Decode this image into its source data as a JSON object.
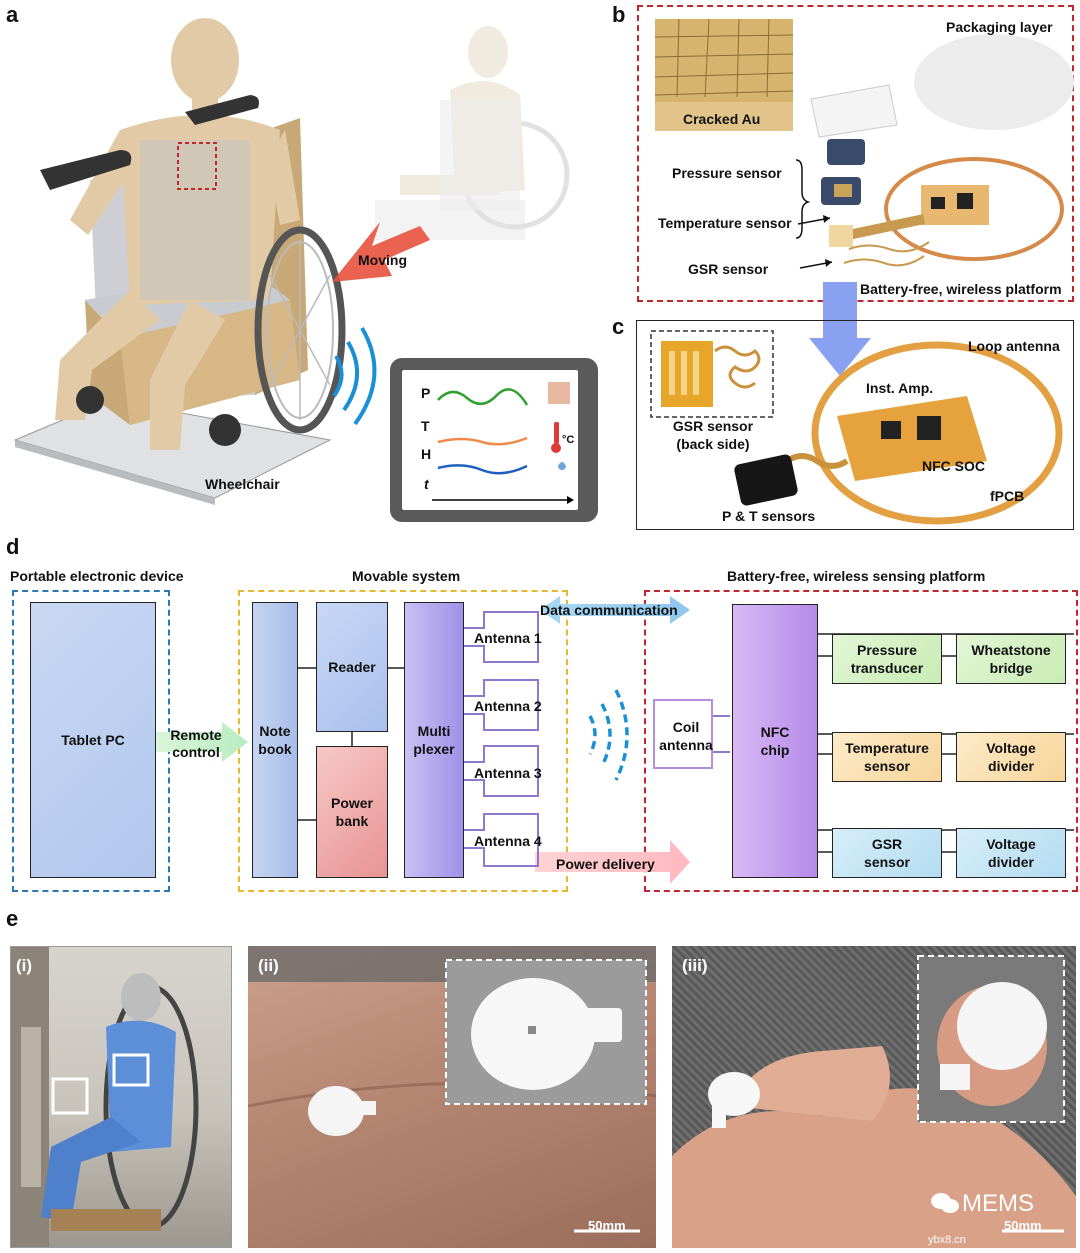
{
  "panels": {
    "a": "a",
    "b": "b",
    "c": "c",
    "d": "d",
    "e": "e"
  },
  "panel_a": {
    "moving": "Moving",
    "wheelchair": "Wheelchair",
    "rows": [
      "P",
      "T",
      "H"
    ],
    "time": "t",
    "unit": "°C"
  },
  "panel_b": {
    "packaging": "Packaging layer",
    "cracked": "Cracked Au",
    "pressure": "Pressure sensor",
    "temperature": "Temperature sensor",
    "gsr": "GSR sensor",
    "platform": "Battery-free, wireless platform"
  },
  "panel_c": {
    "loop": "Loop antenna",
    "inst": "Inst. Amp.",
    "gsr_line1": "GSR sensor",
    "gsr_line2": "(back side)",
    "nfc": "NFC SOC",
    "fpcb": "fPCB",
    "pt": "P & T sensors"
  },
  "panel_d": {
    "portable": "Portable electronic device",
    "movable": "Movable system",
    "platform": "Battery-free, wireless sensing platform",
    "tablet": "Tablet PC",
    "remote1": "Remote",
    "remote2": "control",
    "note1": "Note",
    "note2": "book",
    "reader": "Reader",
    "power1": "Power",
    "power2": "bank",
    "multi1": "Multi",
    "multi2": "plexer",
    "antennas": [
      "Antenna 1",
      "Antenna 2",
      "Antenna 3",
      "Antenna 4"
    ],
    "data_comm": "Data communication",
    "power_delivery": "Power delivery",
    "coil1": "Coil",
    "coil2": "antenna",
    "nfc1": "NFC",
    "nfc2": "chip",
    "pressure1": "Pressure",
    "pressure2": "transducer",
    "wheat1": "Wheatstone",
    "wheat2": "bridge",
    "temp1": "Temperature",
    "temp2": "sensor",
    "volt1": "Voltage",
    "volt2": "divider",
    "gsr1": "GSR",
    "gsr2": "sensor",
    "volt3": "Voltage",
    "volt4": "divider"
  },
  "panel_e": {
    "i": "(i)",
    "ii": "(ii)",
    "iii": "(iii)",
    "scale1": "50mm",
    "scale2": "50mm",
    "watermark": "MEMS",
    "site": "ybx8.cn"
  },
  "colors": {
    "red_dash": "#c0272d",
    "blue_dash": "#2a7ab8",
    "yellow_dash": "#e8b830",
    "arrow_blue": "#8aa0f0",
    "wifi": "#1b8fd6"
  }
}
